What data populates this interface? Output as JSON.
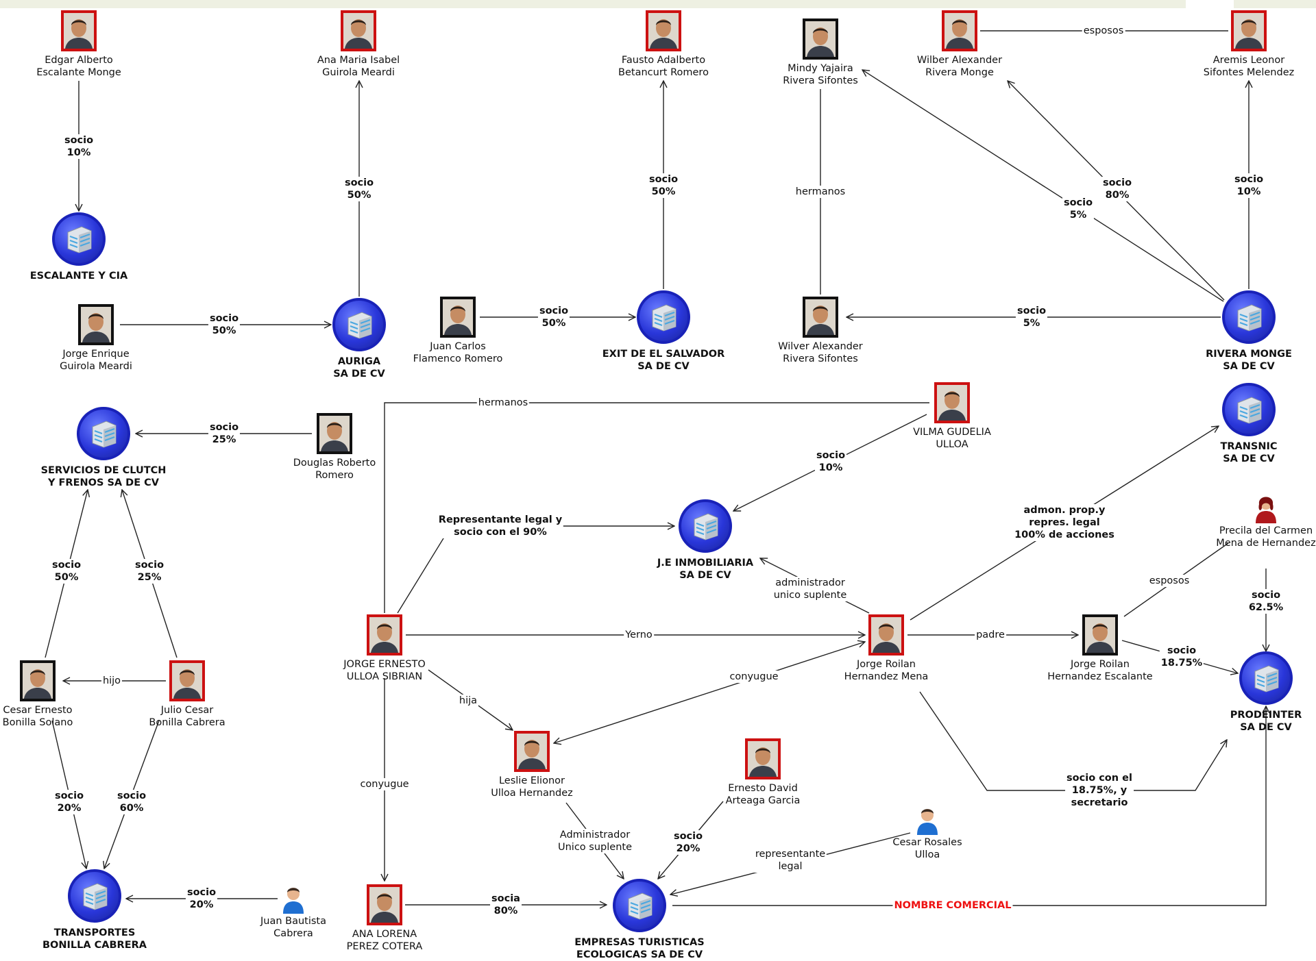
{
  "people": {
    "edgar": {
      "name": "Edgar Alberto\nEscalante Monge",
      "frame": "red"
    },
    "ana_maria": {
      "name": "Ana Maria Isabel\nGuirola Meardi",
      "frame": "red"
    },
    "fausto": {
      "name": "Fausto Adalberto\nBetancurt Romero",
      "frame": "red"
    },
    "mindy": {
      "name": "Mindy Yajaira\nRivera Sifontes",
      "frame": "black"
    },
    "wilber": {
      "name": "Wilber Alexander\nRivera Monge",
      "frame": "red"
    },
    "aremis": {
      "name": "Aremis Leonor\nSifontes Melendez",
      "frame": "red"
    },
    "jorge_enrique": {
      "name": "Jorge Enrique\nGuirola Meardi",
      "frame": "black"
    },
    "juan_carlos": {
      "name": "Juan Carlos\nFlamenco Romero",
      "frame": "black"
    },
    "wilver": {
      "name": "Wilver Alexander\nRivera Sifontes",
      "frame": "black"
    },
    "vilma": {
      "name": "VILMA GUDELIA\nULLOA",
      "frame": "red"
    },
    "douglas": {
      "name": "Douglas Roberto\nRomero",
      "frame": "black"
    },
    "jorge_ernesto": {
      "name": "JORGE ERNESTO\nULLOA SIBRIAN",
      "frame": "red"
    },
    "jorge_roilan_hm": {
      "name": "Jorge Roilan\nHernandez Mena",
      "frame": "red"
    },
    "jorge_roilan_he": {
      "name": "Jorge Roilan\nHernandez Escalante",
      "frame": "black"
    },
    "cesar_ernesto": {
      "name": "Cesar Ernesto\nBonilla Solano",
      "frame": "black"
    },
    "julio": {
      "name": "Julio Cesar\nBonilla Cabrera",
      "frame": "red"
    },
    "leslie": {
      "name": "Leslie Elionor\nUlloa Hernandez",
      "frame": "red"
    },
    "ernesto_david": {
      "name": "Ernesto David\nArteaga Garcia",
      "frame": "red"
    },
    "ana_lorena": {
      "name": "ANA LORENA\nPEREZ COTERA",
      "frame": "red"
    }
  },
  "generic_people": {
    "precila": {
      "name": "Precila del Carmen\nMena de Hernandez",
      "icon": "female-person-icon"
    },
    "cesar_rosales": {
      "name": "Cesar Rosales\nUlloa",
      "icon": "male-person-icon"
    },
    "juan_bautista": {
      "name": "Juan Bautista\nCabrera",
      "icon": "male-person-icon"
    }
  },
  "companies": {
    "escalante": "ESCALANTE Y CIA",
    "auriga": "AURIGA\nSA DE CV",
    "exit": "EXIT DE EL SALVADOR\nSA DE CV",
    "rivera_monge": "RIVERA MONGE\nSA DE CV",
    "transnic": "TRANSNIC\nSA DE CV",
    "clutch": "SERVICIOS DE CLUTCH\nY FRENOS SA DE CV",
    "je_inmobiliaria": "J.E INMOBILIARIA\nSA DE CV",
    "prodeinter": "PRODEINTER\nSA DE CV",
    "transportes": "TRANSPORTES\nBONILLA CABRERA",
    "empresas": "EMPRESAS TURISTICAS\nECOLOGICAS SA DE CV"
  },
  "edge_labels": {
    "edgar_escalante": "socio\n10%",
    "auriga_ana": "socio\n50%",
    "jorge_auriga": "socio\n50%",
    "juan_exit": "socio\n50%",
    "exit_fausto": "socio\n50%",
    "mindy_wilver": "hermanos",
    "wilber_aremis": "esposos",
    "rm_wilber": "socio\n80%",
    "rm_mindy": "socio\n5%",
    "rm_aremis": "socio\n10%",
    "rm_wilver": "socio\n5%",
    "douglas_clutch": "socio\n25%",
    "ulloa_vilma": "hermanos",
    "vilma_je": "socio\n10%",
    "jorge_je": "Representante legal y\nsocio con el 90%",
    "roilan_je": "administrador\nunico suplente",
    "roilan_transnic": "admon. prop.y\nrepres. legal\n100% de acciones",
    "ulloa_roilan": "Yerno",
    "roilan_padre": "padre",
    "precila_prodeinter": "socio\n62.5%",
    "precila_esposos": "esposos",
    "rhe_prodeinter": "socio\n18.75%",
    "roilan_prodeinter": "socio con el\n18.75%, y\nsecretario",
    "roilan_leslie": "conyugue",
    "ulloa_leslie": "hija",
    "ulloa_analorena": "conyugue",
    "cesar_clutch": "socio\n50%",
    "julio_clutch": "socio\n25%",
    "julio_cesar": "hijo",
    "cesar_transportes": "socio\n20%",
    "julio_transportes": "socio\n60%",
    "juanb_transportes": "socio\n20%",
    "leslie_empresas": "Administrador\nUnico suplente",
    "ernesto_empresas": "socio\n20%",
    "rosales_empresas": "representante\nlegal",
    "analorena_empresas": "socia\n80%",
    "empresas_prodeinter": "NOMBRE COMERCIAL"
  }
}
